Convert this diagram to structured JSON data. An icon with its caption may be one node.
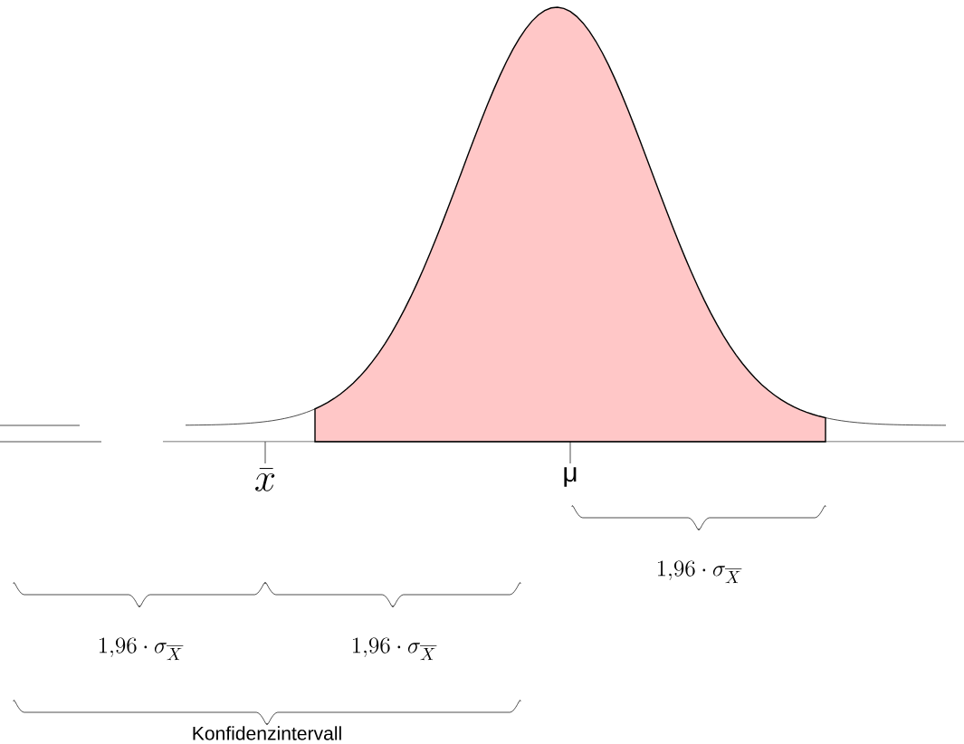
{
  "diagram": {
    "labels": [
      "μ",
      "\\bar{x}",
      "1{,}96\\cdot\\sigma_{\\overline{X}}",
      "1{,}96\\cdot\\sigma_{\\overline{X}}",
      "1{,}96\\cdot\\sigma_{\\overline{X}}",
      "Konfidenzintervall"
    ]
  }
}
